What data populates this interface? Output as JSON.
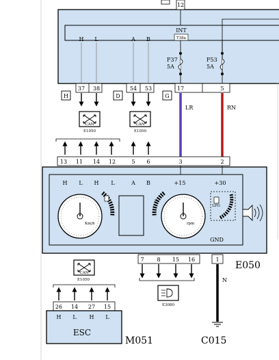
{
  "bcm": {
    "top_pin": "12",
    "int_label": "INT",
    "int_sub": "T38a",
    "upper_pins": [
      "H",
      "L",
      "A",
      "B"
    ],
    "fuses": [
      {
        "name": "F37",
        "rating": "5A"
      },
      {
        "name": "F53",
        "rating": "5A"
      }
    ],
    "bottom_pins": [
      "37",
      "38",
      "54",
      "53",
      "17",
      "5"
    ]
  },
  "section_markers": [
    "H",
    "D",
    "G"
  ],
  "can_modules": [
    {
      "icon": "can-bus-icon",
      "text": "CAN",
      "id": "E1050"
    },
    {
      "icon": "can-bus-icon",
      "text": "CAN",
      "id": "E1050"
    },
    {
      "icon": "can-bus-icon",
      "text": "CAN",
      "id": "E1050"
    }
  ],
  "wires": [
    {
      "label": "LR",
      "color": "#5a3db8"
    },
    {
      "label": "RN",
      "color": "#b01c1c"
    },
    {
      "label": "N",
      "color": "#000000"
    }
  ],
  "cluster": {
    "id": "E050",
    "top_pins": [
      "13",
      "11",
      "14",
      "12",
      "5",
      "6",
      "3",
      "2"
    ],
    "signal_labels": [
      "H",
      "L",
      "H",
      "L",
      "A",
      "B",
      "+15",
      "+30"
    ],
    "speed_unit": "Km/h",
    "rpm_unit": "rpm",
    "lpg_label": "LPG",
    "gnd_label": "GND",
    "bottom_pins": [
      "7",
      "8",
      "15",
      "16",
      "1"
    ]
  },
  "headlamp_module": {
    "icon": "headlamp-icon",
    "id": "E3080"
  },
  "esc": {
    "pins": [
      "26",
      "14",
      "27",
      "15"
    ],
    "signals": [
      "H",
      "L",
      "H",
      "L"
    ],
    "label": "ESC",
    "id": "M051"
  },
  "ground_id": "C015",
  "colors": {
    "module_fill": "#cfe1f2",
    "line": "#000000",
    "grey_wire": "#9a9a9a"
  }
}
